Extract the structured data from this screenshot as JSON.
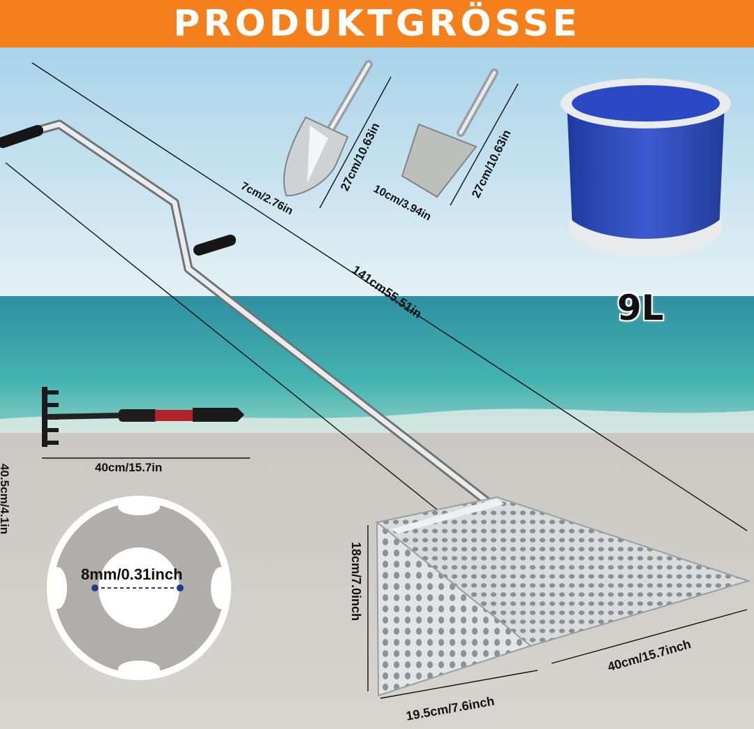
{
  "header": {
    "title": "PRODUKTGRÖSSE"
  },
  "colors": {
    "banner": "#f47f1b",
    "sea": "#3aa6a8",
    "sky": "#b9dcee",
    "sand": "#cfd0cc",
    "bucket": "#3046b8",
    "steel": "#c9cccd"
  },
  "dimensions": {
    "trowel_width": "7cm/2.76in",
    "trowel_length": "27cm/10.63in",
    "scoop_width": "10cm/3.94in",
    "scoop_length": "27cm/10.63in",
    "total_length": "141cm55.51in",
    "rake_width": "40.5cm/4.1in",
    "rake_length": "40cm/15.7in",
    "hole_diameter": "8mm/0.31inch",
    "basket_height": "18cm/7.0inch",
    "basket_width": "40cm/15.7inch",
    "basket_depth": "19.5cm/7.6inch"
  },
  "bucket": {
    "volume": "9L"
  },
  "icons": [
    "trowel-icon",
    "scoop-icon",
    "bucket-icon",
    "rake-icon",
    "sand-sifter-icon",
    "hole-detail-icon"
  ]
}
